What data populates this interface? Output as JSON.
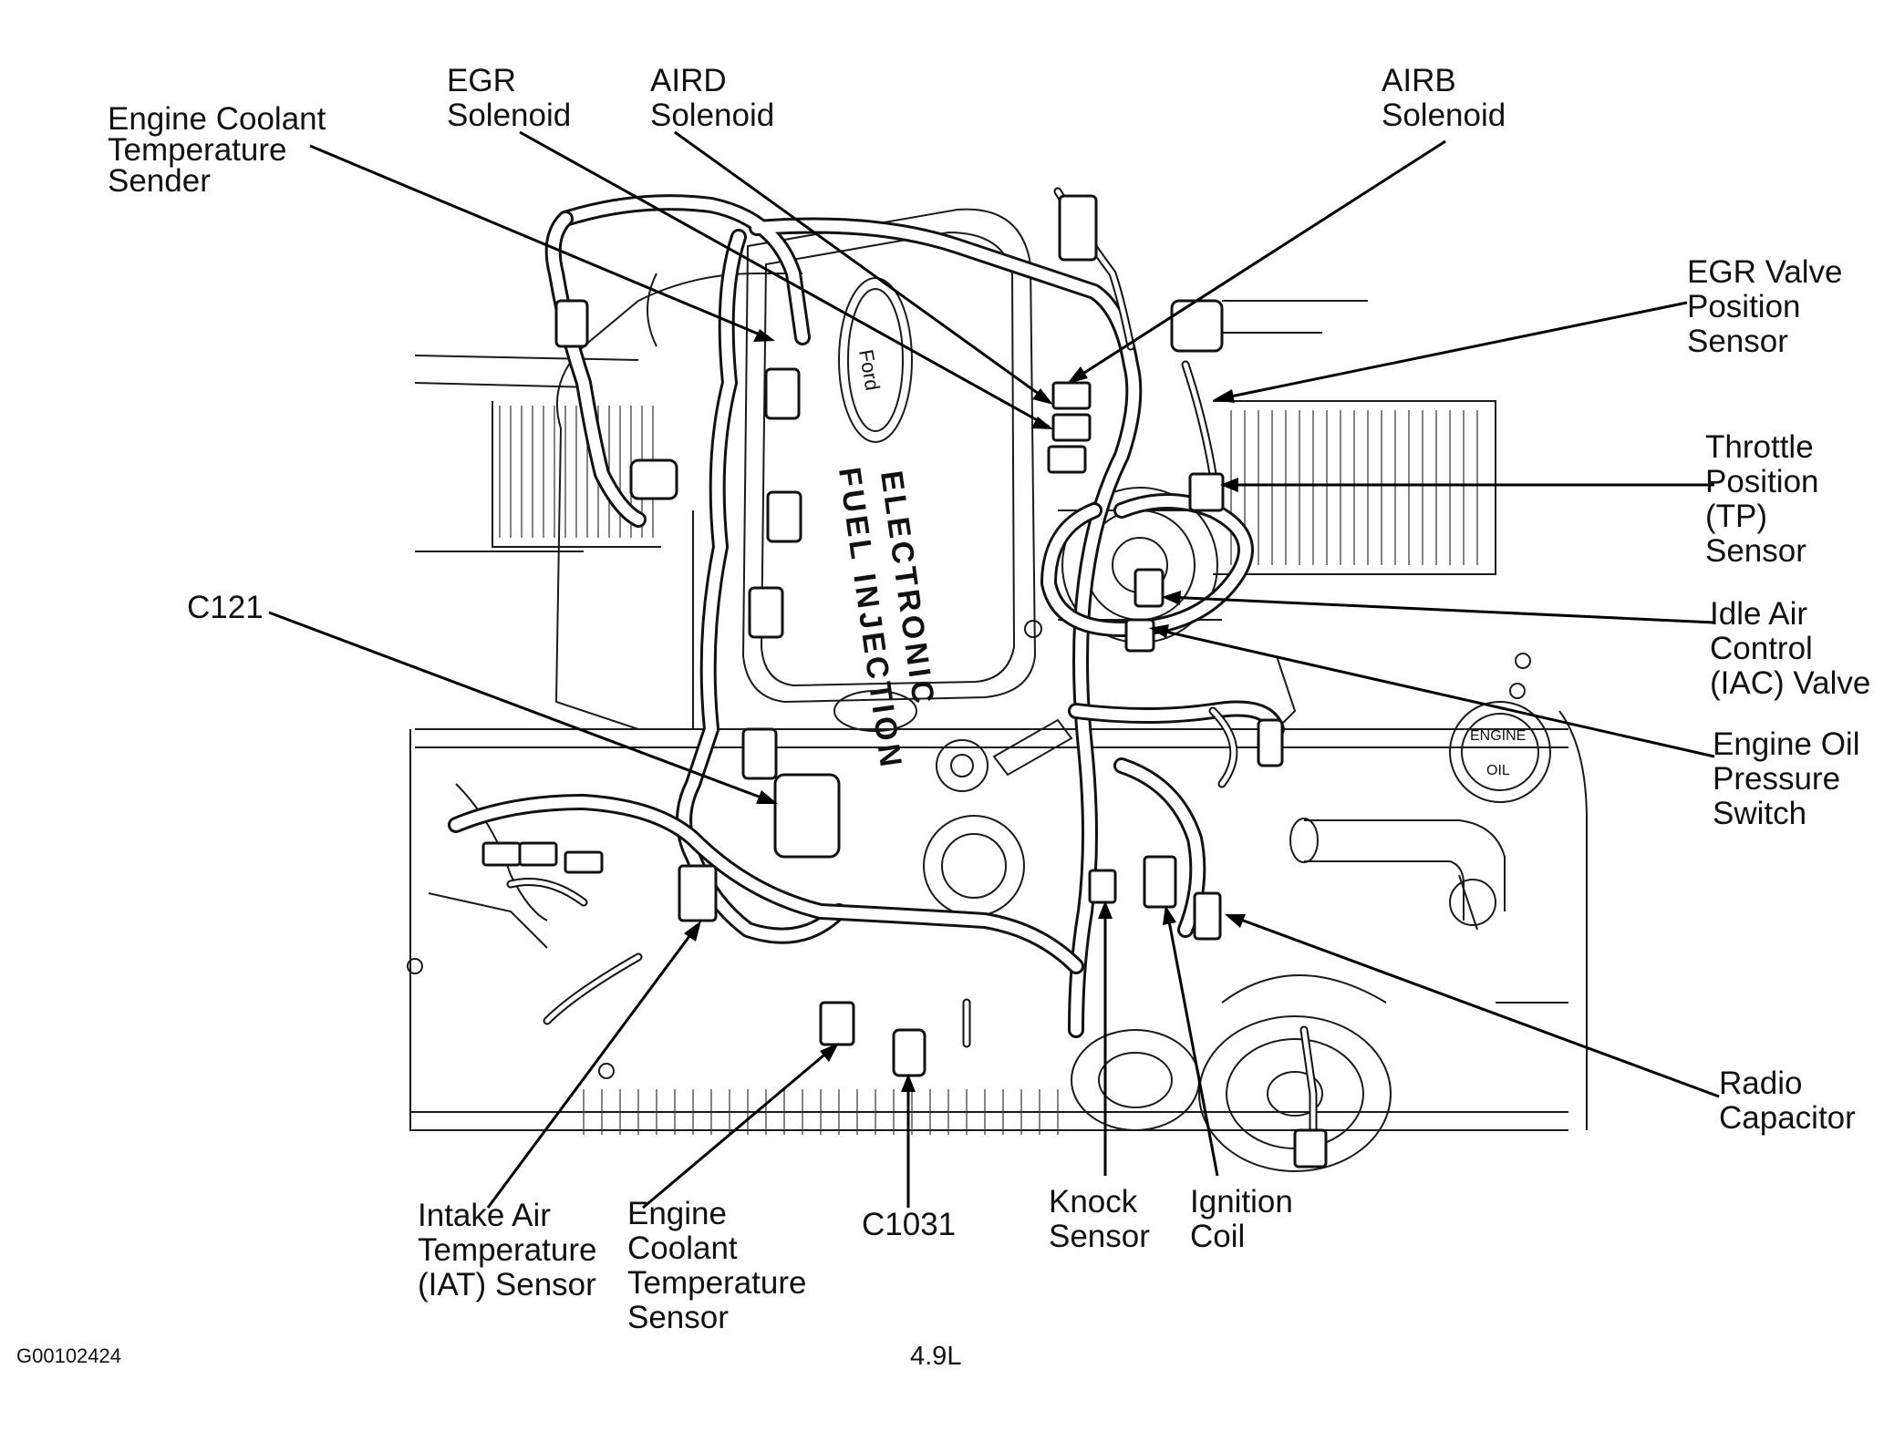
{
  "figure": {
    "id_code": "G00102424",
    "caption": "4.9L",
    "valve_cover_text": [
      "ELECTRONIC",
      "FUEL INJECTION"
    ],
    "oil_cap_text": [
      "ENGINE",
      "OIL"
    ]
  },
  "labels": {
    "engine_coolant_temperature_sender": [
      "Engine Coolant",
      "Temperature",
      "Sender"
    ],
    "egr_solenoid": [
      "EGR",
      "Solenoid"
    ],
    "aird_solenoid": [
      "AIRD",
      "Solenoid"
    ],
    "airb_solenoid": [
      "AIRB",
      "Solenoid"
    ],
    "egr_valve_position_sensor": [
      "EGR Valve",
      "Position",
      "Sensor"
    ],
    "throttle_position_sensor": [
      "Throttle",
      "Position",
      "(TP)",
      "Sensor"
    ],
    "idle_air_control_valve": [
      "Idle Air",
      "Control",
      "(IAC) Valve"
    ],
    "engine_oil_pressure_switch": [
      "Engine Oil",
      "Pressure",
      "Switch"
    ],
    "radio_capacitor": [
      "Radio",
      "Capacitor"
    ],
    "c121": [
      "C121"
    ],
    "intake_air_temperature_sensor": [
      "Intake Air",
      "Temperature",
      "(IAT) Sensor"
    ],
    "engine_coolant_temperature_sensor": [
      "Engine",
      "Coolant",
      "Temperature",
      "Sensor"
    ],
    "c1031": [
      "C1031"
    ],
    "knock_sensor": [
      "Knock",
      "Sensor"
    ],
    "ignition_coil": [
      "Ignition",
      "Coil"
    ]
  }
}
